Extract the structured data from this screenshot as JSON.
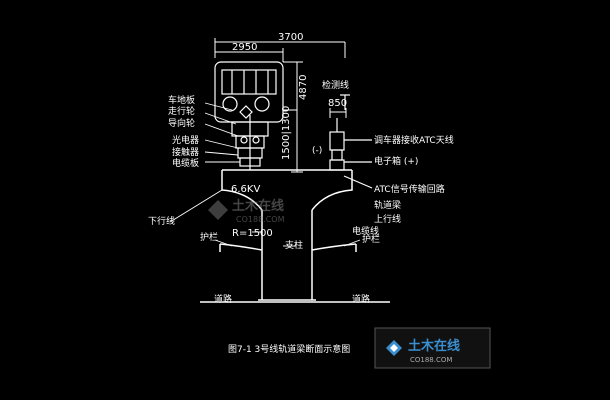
{
  "dimensions": {
    "d3700": "3700",
    "d2950": "2950",
    "d4870": "4870",
    "d1500_1300": "1500|1300",
    "d850": "850",
    "voltage": "6.6KV",
    "radius": "R=1500"
  },
  "labels": {
    "cheti_jia": "车地板",
    "zhuxing_kuan": "走行轮",
    "daoxiang_kuan": "导向轮",
    "guangdian_qi": "光电器",
    "jiechu_qi": "接触器",
    "dianlan_ban": "电缆板",
    "xiashui_xian": "下行线",
    "shangxing_xian": "上行线",
    "dianjiu_xian": "电缆线",
    "hulan_left": "护栏",
    "hulan_right": "护栏",
    "zhizhu": "支柱",
    "luqing_left": "道路",
    "luqing_right": "道路",
    "jingju_xian": "检测线",
    "atc_antenna_top": "调车器接收ATC天线",
    "dianzi_fang": "电子箱 (+)",
    "minus_sign": "(-)",
    "atc_receiver": "ATC信号传输回路",
    "dianji_gangdu": "轨道梁"
  },
  "caption": "图7-1 3号线轨道梁断面示意图",
  "watermark": {
    "center_text": "土木在线",
    "center_sub": "CO188.COM",
    "logo_text": "土木在线",
    "logo_sub": "CO188.COM"
  },
  "colors": {
    "background": "#000000",
    "line": "#ffffff",
    "watermark": "#9a9a9a"
  }
}
